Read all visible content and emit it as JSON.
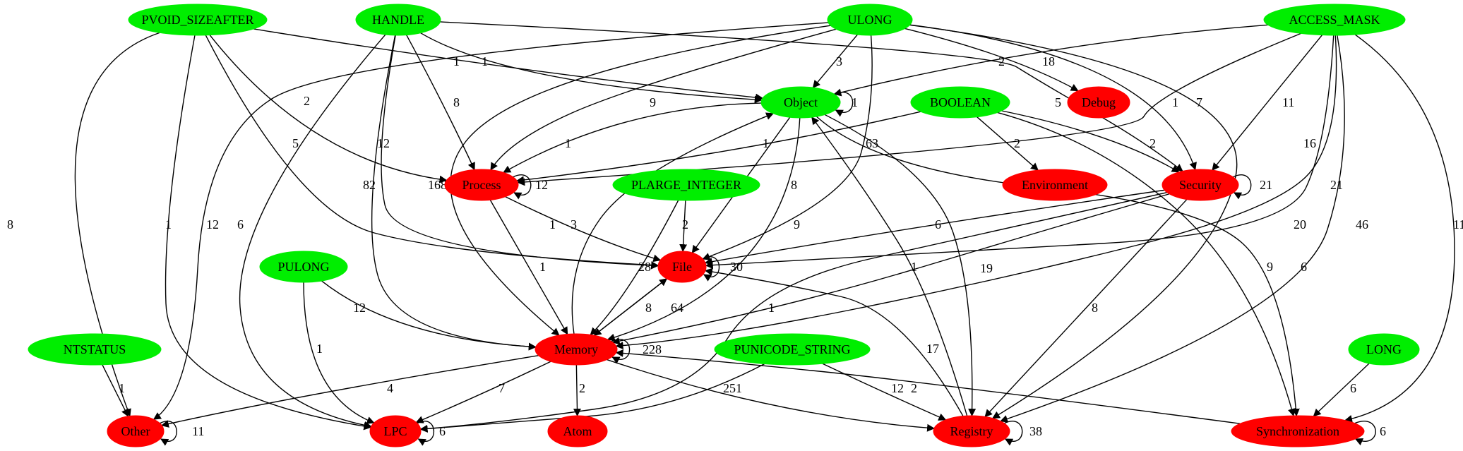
{
  "colors": {
    "type_node": "#00ee00",
    "category_node": "#ff0000",
    "edge": "#000000",
    "background": "#ffffff"
  },
  "nodes": [
    {
      "id": "PVOID_SIZEAFTER",
      "label": "PVOID_SIZEAFTER",
      "kind": "type"
    },
    {
      "id": "HANDLE",
      "label": "HANDLE",
      "kind": "type"
    },
    {
      "id": "ULONG",
      "label": "ULONG",
      "kind": "type"
    },
    {
      "id": "ACCESS_MASK",
      "label": "ACCESS_MASK",
      "kind": "type"
    },
    {
      "id": "Object",
      "label": "Object",
      "kind": "type"
    },
    {
      "id": "Debug",
      "label": "Debug",
      "kind": "category"
    },
    {
      "id": "BOOLEAN",
      "label": "BOOLEAN",
      "kind": "type"
    },
    {
      "id": "Process",
      "label": "Process",
      "kind": "category"
    },
    {
      "id": "PLARGE_INTEGER",
      "label": "PLARGE_INTEGER",
      "kind": "type"
    },
    {
      "id": "Environment",
      "label": "Environment",
      "kind": "category"
    },
    {
      "id": "Security",
      "label": "Security",
      "kind": "category"
    },
    {
      "id": "PULONG",
      "label": "PULONG",
      "kind": "type"
    },
    {
      "id": "File",
      "label": "File",
      "kind": "category"
    },
    {
      "id": "NTSTATUS",
      "label": "NTSTATUS",
      "kind": "type"
    },
    {
      "id": "Memory",
      "label": "Memory",
      "kind": "category"
    },
    {
      "id": "PUNICODE_STRING",
      "label": "PUNICODE_STRING",
      "kind": "type"
    },
    {
      "id": "LONG",
      "label": "LONG",
      "kind": "type"
    },
    {
      "id": "Other",
      "label": "Other",
      "kind": "category"
    },
    {
      "id": "LPC",
      "label": "LPC",
      "kind": "category"
    },
    {
      "id": "Atom",
      "label": "Atom",
      "kind": "category"
    },
    {
      "id": "Registry",
      "label": "Registry",
      "kind": "category"
    },
    {
      "id": "Synchronization",
      "label": "Synchronization",
      "kind": "category"
    }
  ],
  "edges": [
    {
      "from": "PVOID_SIZEAFTER",
      "to": "Other",
      "label": "8"
    },
    {
      "from": "PVOID_SIZEAFTER",
      "to": "LPC",
      "label": "1"
    },
    {
      "from": "PVOID_SIZEAFTER",
      "to": "Process",
      "label": "2"
    },
    {
      "from": "PVOID_SIZEAFTER",
      "to": "File",
      "label": "5"
    },
    {
      "from": "PVOID_SIZEAFTER",
      "to": "Object",
      "label": "1"
    },
    {
      "from": "HANDLE",
      "to": "Object",
      "label": "1"
    },
    {
      "from": "HANDLE",
      "to": "Process",
      "label": "8"
    },
    {
      "from": "HANDLE",
      "to": "File",
      "label": "12"
    },
    {
      "from": "HANDLE",
      "to": "Memory",
      "label": "82"
    },
    {
      "from": "HANDLE",
      "to": "LPC",
      "label": "6"
    },
    {
      "from": "HANDLE",
      "to": "Security",
      "label": "5"
    },
    {
      "from": "ULONG",
      "to": "Object",
      "label": "3"
    },
    {
      "from": "ULONG",
      "to": "Debug",
      "label": "18"
    },
    {
      "from": "ULONG",
      "to": "Process",
      "label": "9"
    },
    {
      "from": "ULONG",
      "to": "Memory",
      "label": "168"
    },
    {
      "from": "ULONG",
      "to": "Other",
      "label": "12"
    },
    {
      "from": "ULONG",
      "to": "File",
      "label": "63"
    },
    {
      "from": "ULONG",
      "to": "Security",
      "label": "7"
    },
    {
      "from": "ULONG",
      "to": "Registry",
      "label": "20"
    },
    {
      "from": "ACCESS_MASK",
      "to": "Object",
      "label": "2"
    },
    {
      "from": "ACCESS_MASK",
      "to": "Process",
      "label": "1"
    },
    {
      "from": "ACCESS_MASK",
      "to": "Security",
      "label": "11"
    },
    {
      "from": "ACCESS_MASK",
      "to": "File",
      "label": "16"
    },
    {
      "from": "ACCESS_MASK",
      "to": "Memory",
      "label": "21"
    },
    {
      "from": "ACCESS_MASK",
      "to": "Registry",
      "label": "46"
    },
    {
      "from": "ACCESS_MASK",
      "to": "Synchronization",
      "label": "11"
    },
    {
      "from": "Object",
      "to": "Object",
      "label": "1"
    },
    {
      "from": "Object",
      "to": "Process",
      "label": "1"
    },
    {
      "from": "Object",
      "to": "File",
      "label": "8"
    },
    {
      "from": "Object",
      "to": "Memory",
      "label": "9"
    },
    {
      "from": "Object",
      "to": "Registry",
      "label": "19"
    },
    {
      "from": "Object",
      "to": "Synchronization",
      "label": "6"
    },
    {
      "from": "BOOLEAN",
      "to": "Process",
      "label": "1"
    },
    {
      "from": "BOOLEAN",
      "to": "Environment",
      "label": "2"
    },
    {
      "from": "BOOLEAN",
      "to": "Security",
      "label": "2"
    },
    {
      "from": "BOOLEAN",
      "to": "Synchronization",
      "label": "9"
    },
    {
      "from": "Process",
      "to": "Process",
      "label": "12"
    },
    {
      "from": "Process",
      "to": "File",
      "label": "1"
    },
    {
      "from": "Process",
      "to": "Memory",
      "label": "1"
    },
    {
      "from": "PLARGE_INTEGER",
      "to": "File",
      "label": "2"
    },
    {
      "from": "PLARGE_INTEGER",
      "to": "Memory",
      "label": "28"
    },
    {
      "from": "Security",
      "to": "Security",
      "label": "21"
    },
    {
      "from": "Security",
      "to": "File",
      "label": "6"
    },
    {
      "from": "Security",
      "to": "Registry",
      "label": "8"
    },
    {
      "from": "Security",
      "to": "Memory",
      "label": "1"
    },
    {
      "from": "Security",
      "to": "LPC",
      "label": "1"
    },
    {
      "from": "File",
      "to": "File",
      "label": "30"
    },
    {
      "from": "File",
      "to": "Memory",
      "label": "8"
    },
    {
      "from": "Memory",
      "to": "File",
      "label": "64"
    },
    {
      "from": "Memory",
      "to": "Object",
      "label": "3"
    },
    {
      "from": "Memory",
      "to": "Memory",
      "label": "228"
    },
    {
      "from": "Memory",
      "to": "Other",
      "label": "4"
    },
    {
      "from": "Memory",
      "to": "LPC",
      "label": "7"
    },
    {
      "from": "Memory",
      "to": "Atom",
      "label": "2"
    },
    {
      "from": "Memory",
      "to": "Registry",
      "label": "251"
    },
    {
      "from": "Synchronization",
      "to": "Memory",
      "label": "2"
    },
    {
      "from": "PULONG",
      "to": "Memory",
      "label": "12"
    },
    {
      "from": "PULONG",
      "to": "LPC",
      "label": "1"
    },
    {
      "from": "NTSTATUS",
      "to": "Other",
      "label": "1"
    },
    {
      "from": "PUNICODE_STRING",
      "to": "LPC",
      "label": "1"
    },
    {
      "from": "PUNICODE_STRING",
      "to": "Registry",
      "label": "12"
    },
    {
      "from": "Registry",
      "to": "File",
      "label": "17"
    },
    {
      "from": "Registry",
      "to": "Object",
      "label": "1"
    },
    {
      "from": "Registry",
      "to": "Registry",
      "label": "38"
    },
    {
      "from": "LONG",
      "to": "Synchronization",
      "label": "6"
    },
    {
      "from": "Other",
      "to": "Other",
      "label": "11"
    },
    {
      "from": "LPC",
      "to": "LPC",
      "label": "6"
    },
    {
      "from": "Synchronization",
      "to": "Synchronization",
      "label": "6"
    }
  ]
}
